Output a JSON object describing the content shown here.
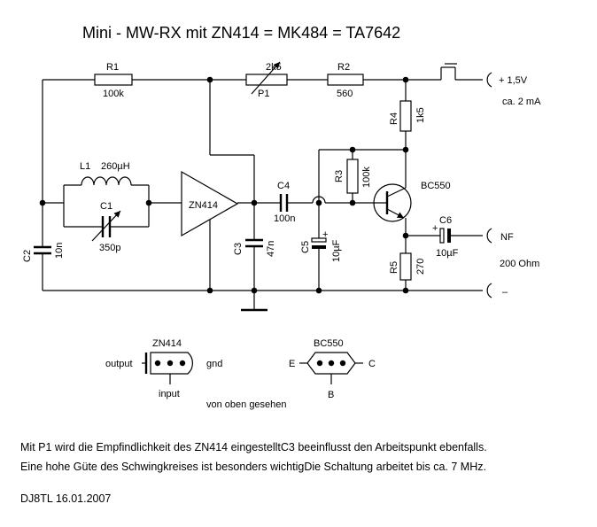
{
  "title": "Mini - MW-RX mit ZN414 = MK484 = TA7642",
  "components": {
    "r1": {
      "name": "R1",
      "value": "100k"
    },
    "p1": {
      "name": "P1",
      "value": "2k5"
    },
    "r2": {
      "name": "R2",
      "value": "560"
    },
    "r3": {
      "name": "R3",
      "value": "100k"
    },
    "r4": {
      "name": "R4",
      "value": "1k5"
    },
    "r5": {
      "name": "R5",
      "value": "270"
    },
    "l1": {
      "name": "L1",
      "value": "260µH"
    },
    "c1": {
      "name": "C1",
      "value": "350p"
    },
    "c2": {
      "name": "C2",
      "value": "10n"
    },
    "c3": {
      "name": "C3",
      "value": "47n"
    },
    "c4": {
      "name": "C4",
      "value": "100n"
    },
    "c5": {
      "name": "C5",
      "value": "10µF"
    },
    "c6": {
      "name": "C6",
      "value": "10µF"
    },
    "ic": "ZN414",
    "q1": "BC550"
  },
  "labels": {
    "supply": "+ 1,5V",
    "current": "ca. 2 mA",
    "nf": "NF",
    "ohm": "200 Ohm",
    "minus": "–",
    "plus": "+"
  },
  "pinouts": {
    "zn414": {
      "title": "ZN414",
      "output": "output",
      "input": "input",
      "gnd": "gnd"
    },
    "bc550": {
      "title": "BC550",
      "e": "E",
      "b": "B",
      "c": "C"
    },
    "note": "von oben gesehen"
  },
  "text": {
    "line1": "Mit P1 wird die Empfindlichkeit des ZN414 eingestelltC3 beeinflusst den Arbeitspunkt ebenfalls.",
    "line2": "Eine hohe Güte des Schwingkreises ist besonders wichtigDie Schaltung arbeitet bis ca. 7 MHz.",
    "author": "DJ8TL  16.01.2007"
  }
}
